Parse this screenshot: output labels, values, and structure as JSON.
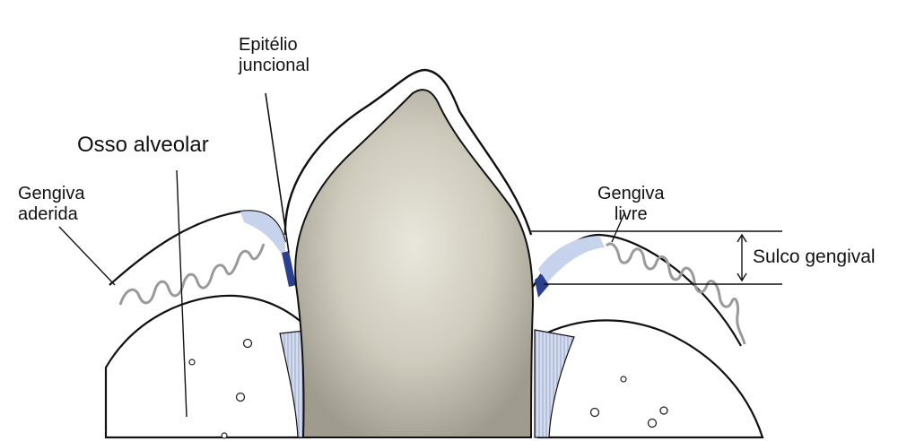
{
  "labels": {
    "epitelio_line1": "Epitélio",
    "epitelio_line2": "juncional",
    "osso_alveolar": "Osso alveolar",
    "gengiva_aderida_line1": "Gengiva",
    "gengiva_aderida_line2": "aderida",
    "gengiva_livre_line1": "Gengiva",
    "gengiva_livre_line2": "livre",
    "sulco_gengival": "Sulco gengival"
  },
  "colors": {
    "tooth_fill": "#c9c5b6",
    "tooth_shadow": "#9c988a",
    "gingiva_light_blue": "#c7d3ec",
    "junctional_epithelium": "#2b3f8f",
    "periodontal_hatch": "#b9c4de",
    "outline": "#111111"
  }
}
